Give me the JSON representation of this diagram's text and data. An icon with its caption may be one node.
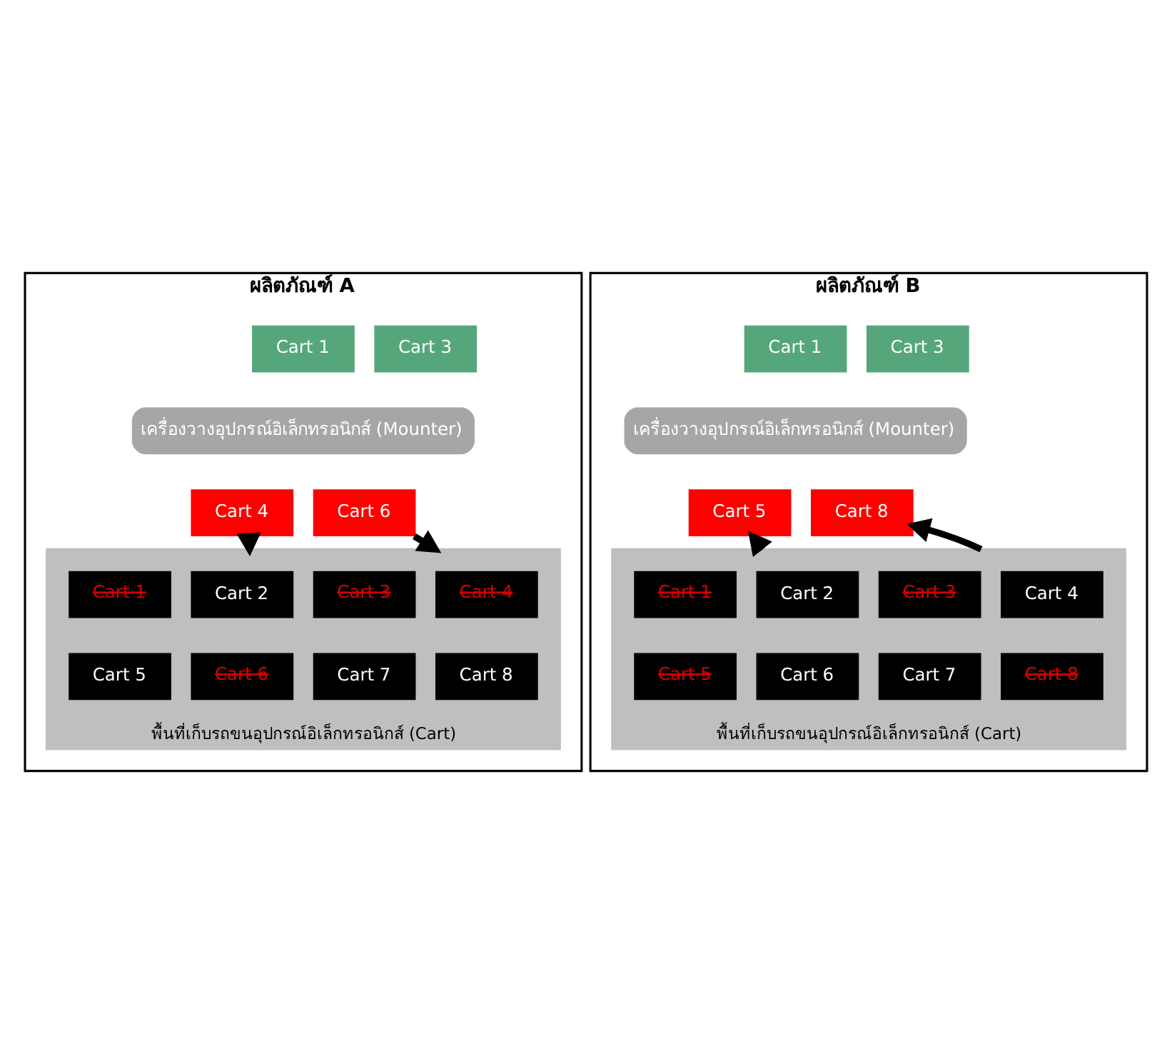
{
  "diagram": {
    "nodes": [
      {
        "text": [
          "ผลิตภัณฑ์ A"
        ]
      },
      {
        "text": [
          "Cart 1"
        ],
        "in": 0
      },
      {
        "text": [
          "Cart 3"
        ],
        "in": 0
      },
      {
        "text": [
          "เครื่องวางอุปกรณ์อิเล็กทรอนิกส์ (Mounter)"
        ],
        "in": 0
      },
      {
        "text": [
          "Cart 4"
        ],
        "in": 0
      },
      {
        "text": [
          "Cart 6"
        ],
        "in": 0
      },
      {
        "text": [
          "พื้นที่เก็บรถขนอุปกรณ์อิเล็กทรอนิกส์ (Cart)"
        ],
        "in": 0
      },
      {
        "text": [
          "Cart 1"
        ],
        "in": 6
      },
      {
        "text": [
          "Cart 2"
        ],
        "in": 6
      },
      {
        "text": [
          "Cart 3"
        ],
        "in": 6
      },
      {
        "text": [
          "Cart 4"
        ],
        "in": 6
      },
      {
        "text": [
          "Cart 5"
        ],
        "in": 6
      },
      {
        "text": [
          "Cart 6"
        ],
        "in": 6
      },
      {
        "text": [
          "Cart 7"
        ],
        "in": 6
      },
      {
        "text": [
          "Cart 8"
        ],
        "in": 6
      },
      {
        "text": [
          "ผลิตภัณฑ์ B"
        ]
      },
      {
        "text": [
          "Cart 1"
        ],
        "in": 15
      },
      {
        "text": [
          "Cart 3"
        ],
        "in": 15
      },
      {
        "text": [
          "เครื่องวางอุปกรณ์อิเล็กทรอนิกส์ (Mounter)"
        ],
        "in": 15
      },
      {
        "text": [
          "Cart 5"
        ],
        "in": 15
      },
      {
        "text": [
          "Cart 8"
        ],
        "in": 15
      },
      {
        "text": [
          "พื้นที่เก็บรถขนอุปกรณ์อิเล็กทรอนิกส์ (Cart)"
        ],
        "in": 15
      },
      {
        "text": [
          "Cart 1"
        ],
        "in": 21
      },
      {
        "text": [
          "Cart 2"
        ],
        "in": 21
      },
      {
        "text": [
          "Cart 3"
        ],
        "in": 21
      },
      {
        "text": [
          "Cart 4"
        ],
        "in": 21
      },
      {
        "text": [
          "Cart 5"
        ],
        "in": 21
      },
      {
        "text": [
          "Cart 6"
        ],
        "in": 21
      },
      {
        "text": [
          "Cart 7"
        ],
        "in": 21
      },
      {
        "text": [
          "Cart 8"
        ],
        "in": 21
      }
    ],
    "edges": [
      {
        "from": 4,
        "to": 6,
        "arrow": "to"
      },
      {
        "from": 5,
        "to": 6,
        "arrow": "to"
      },
      {
        "from": 21,
        "to": 19,
        "arrow": "to"
      },
      {
        "from": 21,
        "to": 20,
        "arrow": "to"
      }
    ]
  }
}
